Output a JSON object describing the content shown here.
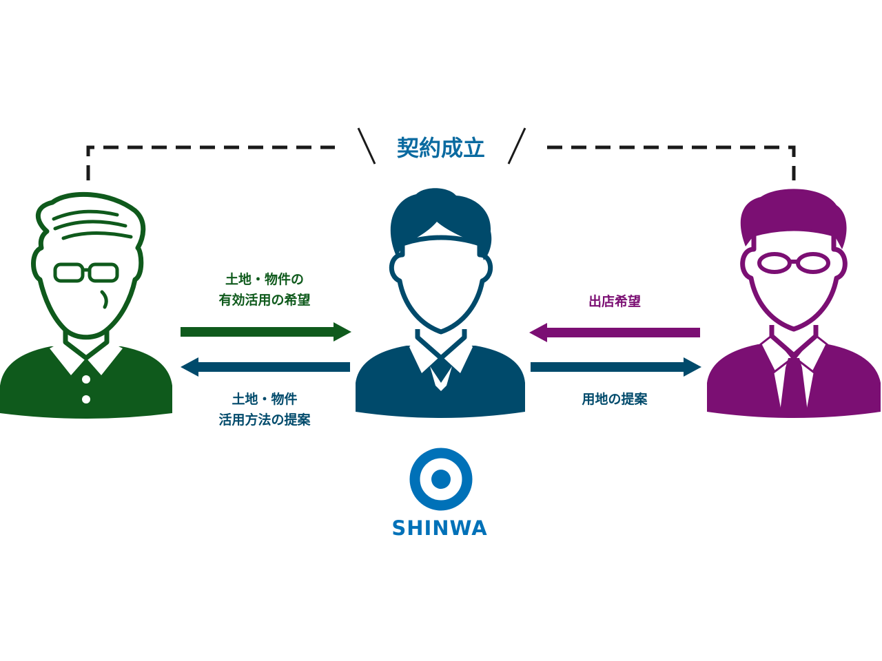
{
  "colors": {
    "owner": "#0f5a1c",
    "agent": "#004a6b",
    "tenant": "#7b0f73",
    "dash": "#1a1a1a",
    "logo": "#0071b8",
    "background": "#ffffff"
  },
  "contract": {
    "label": "契約成立"
  },
  "left_flow": {
    "to_agent_label_line1": "土地・物件の",
    "to_agent_label_line2": "有効活用の希望",
    "to_owner_label_line1": "土地・物件",
    "to_owner_label_line2": "活用方法の提案"
  },
  "right_flow": {
    "to_agent_label": "出店希望",
    "to_tenant_label": "用地の提案"
  },
  "logo": {
    "text": "SHINWA"
  },
  "people": {
    "owner_icon": "elderly-owner-with-glasses-icon",
    "agent_icon": "businessman-agent-icon",
    "tenant_icon": "businessman-tenant-with-glasses-icon"
  }
}
